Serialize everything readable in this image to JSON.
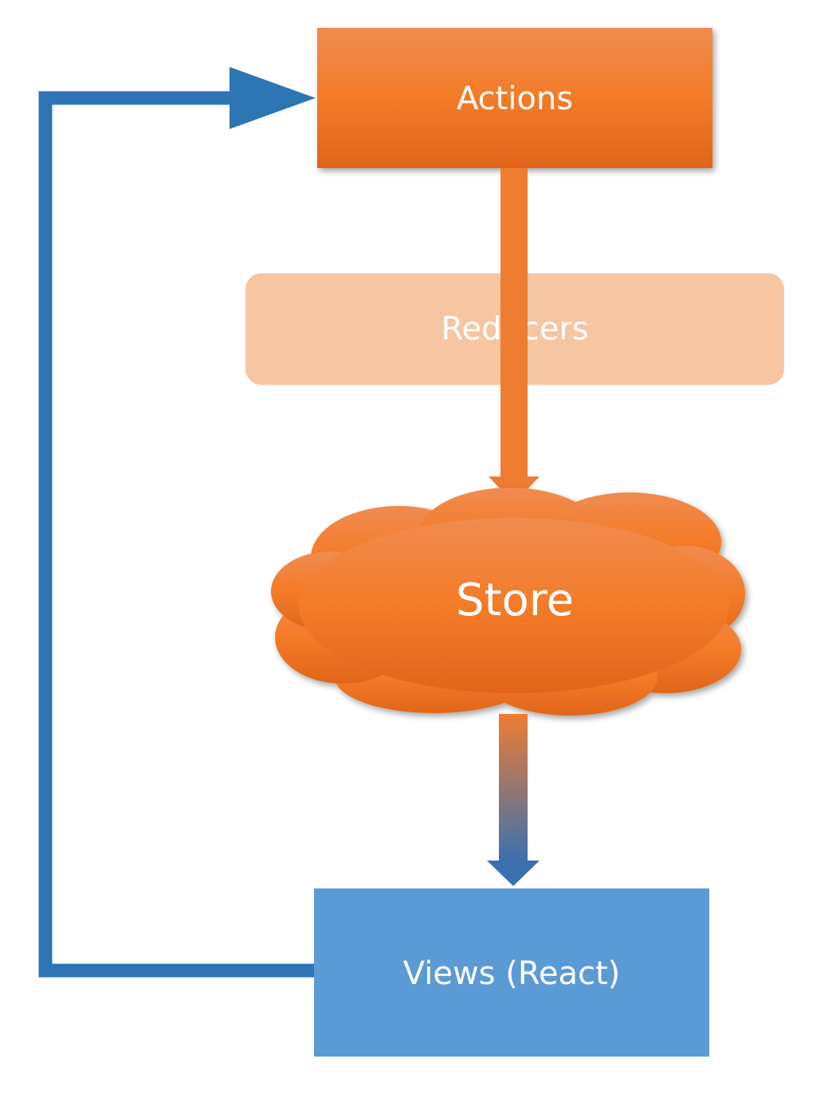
{
  "nodes": {
    "actions": {
      "label": "Actions"
    },
    "reducers": {
      "label": "Reducers"
    },
    "store": {
      "label": "Store"
    },
    "views": {
      "label": "Views (React)"
    }
  },
  "colors": {
    "orange_top": "#f08c50",
    "orange_mid": "#f47b28",
    "orange_bottom": "#e0651c",
    "orange_arrow": "#ee7d32",
    "reducers_fill": "#f6c5a2",
    "blue_box": "#5b9bd5",
    "blue_loop": "#2e75b6"
  }
}
